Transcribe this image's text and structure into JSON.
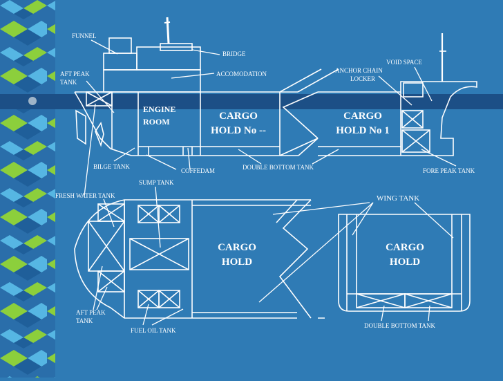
{
  "colors": {
    "background": "#2f7bb5",
    "lines": "#ffffff",
    "ribbon_green": "#8ccf3c",
    "ribbon_blue": "#56b6e3",
    "ribbon_dark": "#1f5f9a",
    "stripe_bar": "#1c4f86"
  },
  "profile": {
    "labels": {
      "funnel": "FUNNEL",
      "bridge": "BRIDGE",
      "accomodation": "ACCOMODATION",
      "aft_peak_1": "AFT PEAK",
      "aft_peak_2": "TANK",
      "anchor_chain_1": "ANCHOR CHAIN",
      "anchor_chain_2": "LOCKER",
      "void_space": "VOID SPACE",
      "engine_1": "ENGINE",
      "engine_2": "ROOM",
      "cargo_aft_1": "CARGO",
      "cargo_aft_2": "HOLD No --",
      "cargo_fwd_1": "CARGO",
      "cargo_fwd_2": "HOLD No 1",
      "bilge_tank": "BILGE TANK",
      "coffedam": "COFFEDAM",
      "double_bottom": "DOUBLE BOTTOM TANK",
      "fore_peak": "FORE PEAK TANK",
      "sump_tank": "SUMP TANK"
    }
  },
  "plan": {
    "labels": {
      "fresh_water": "FRESH WATER TANK",
      "wing_tank": "WING TANK",
      "cargo_hold_1": "CARGO",
      "cargo_hold_2": "HOLD",
      "section_cargo_1": "CARGO",
      "section_cargo_2": "HOLD",
      "aft_peak_1": "AFT PEAK",
      "aft_peak_2": "TANK",
      "fuel_oil": "FUEL OIL TANK",
      "double_bottom": "DOUBLE BOTTOM TANK"
    }
  }
}
